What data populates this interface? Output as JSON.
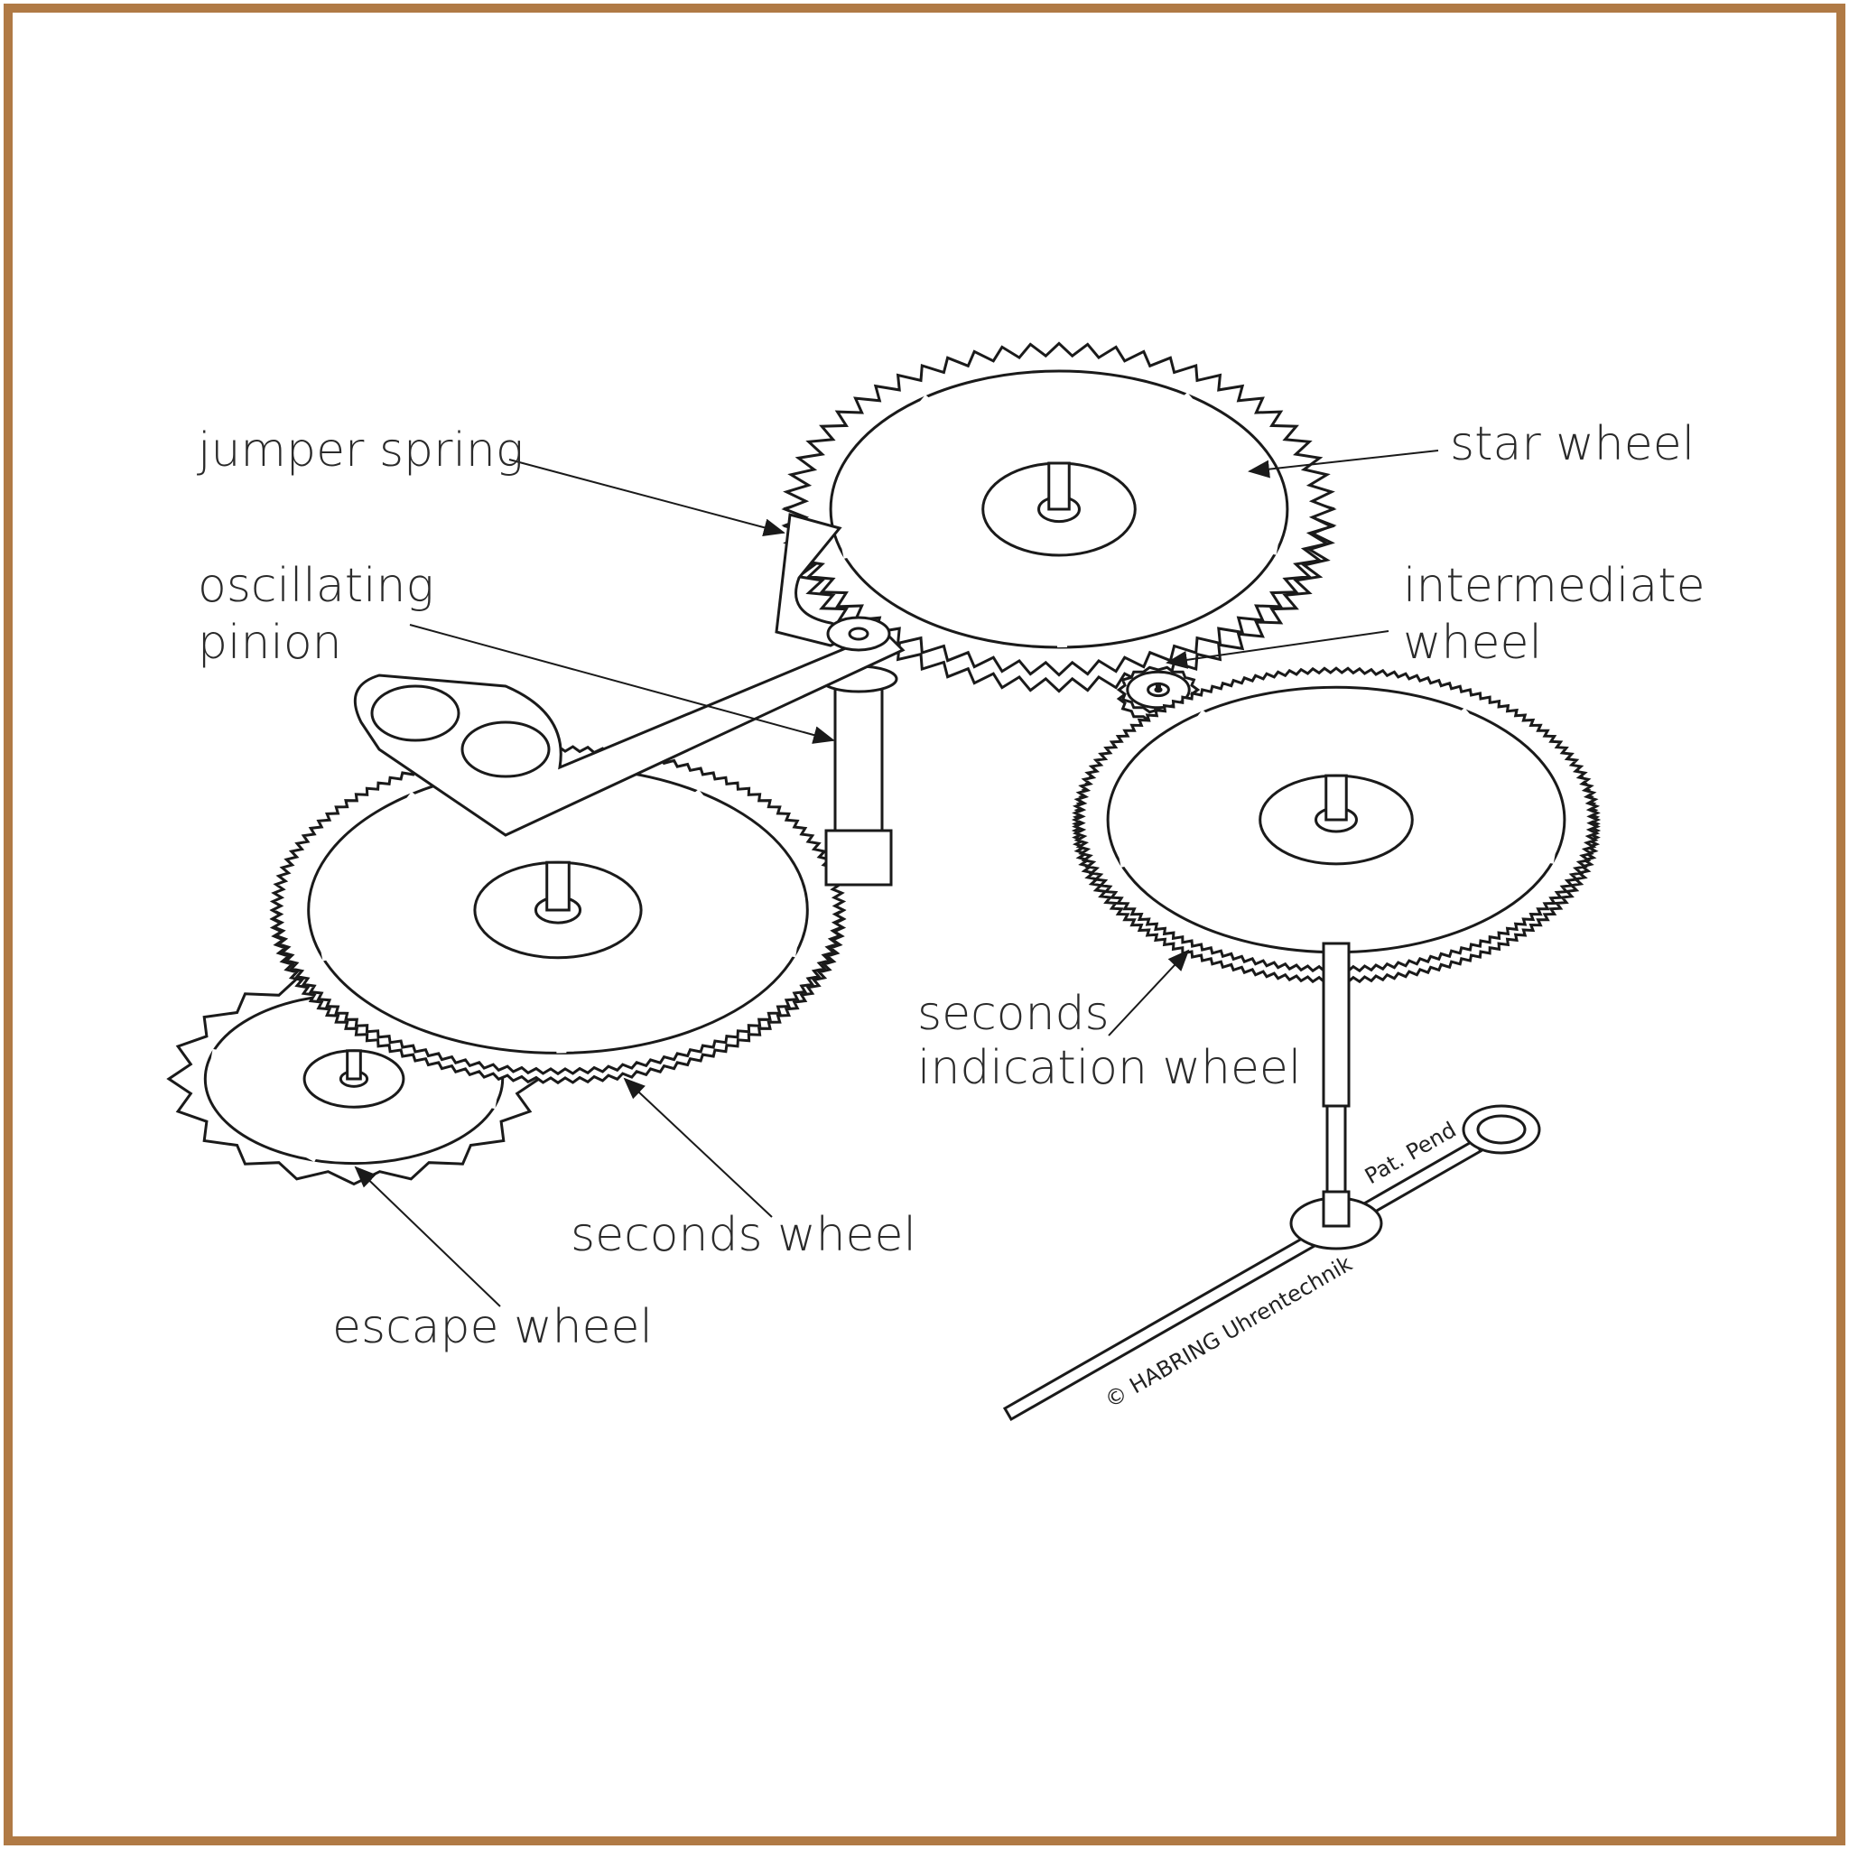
{
  "labels": {
    "jumper_spring": "jumper spring",
    "oscillating_pinion_1": "oscillating",
    "oscillating_pinion_2": "pinion",
    "star_wheel": "star wheel",
    "intermediate_wheel_1": "intermediate",
    "intermediate_wheel_2": "wheel",
    "seconds_indication_wheel_1": "seconds",
    "seconds_indication_wheel_2": "indication wheel",
    "seconds_wheel": "seconds wheel",
    "escape_wheel": "escape wheel"
  },
  "hand_text": {
    "copyright": "© HABRING Uhrentechnik",
    "patent": "Pat. Pend"
  },
  "colors": {
    "frame": "#b07a45",
    "line": "#1a1a1a"
  }
}
